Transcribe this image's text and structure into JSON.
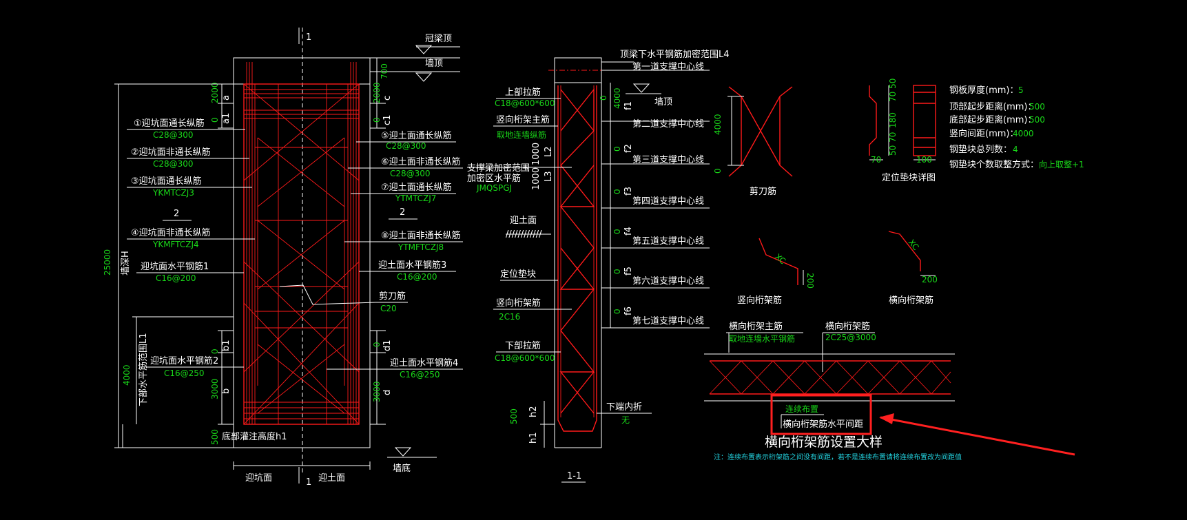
{
  "colors": {
    "background": "#000000",
    "line": "#ffffff",
    "rebar": "#ff1a1a",
    "label_green": "#19d819",
    "note_cyan": "#23d3e0",
    "highlight": "#ff2020"
  },
  "elevation": {
    "section_mark": "1",
    "guanliang": "冠梁顶",
    "qiangding": "墙顶",
    "qiangdi": "墙底",
    "dim_700": "700",
    "dim_2000_left": "2000",
    "dim_a": "a",
    "dim_0_a1": "0",
    "dim_a1": "a1",
    "dim_2000_right": "2000",
    "dim_c": "c",
    "dim_0_c1": "0",
    "dim_c1": "c1",
    "dim_25000": "25000",
    "wall_depth": "墙深H",
    "dim_4000": "4000",
    "lower_range": "下部水平筋范围L1",
    "dim_0_b1": "0",
    "dim_b1": "b1",
    "dim_3000_b": "3000",
    "dim_b": "b",
    "dim_0_d1": "0",
    "dim_d1": "d1",
    "dim_3000_d": "3000",
    "dim_d": "d",
    "dim_500": "500",
    "bottom_grout": "底部灌注高度h1",
    "ykm": "迎坑面",
    "ytm": "迎土面",
    "two": "2",
    "l1": "①迎坑面通长纵筋",
    "l1v": "C28@300",
    "l2": "②迎坑面非通长纵筋",
    "l2v": "C28@300",
    "l3": "③迎坑面通长纵筋",
    "l3v": "YKMTCZJ3",
    "l4": "④迎坑面非通长纵筋",
    "l4v": "YKMFTCZJ4",
    "l5": "迎坑面水平钢筋1",
    "l5v": "C16@200",
    "l6": "迎坑面水平钢筋2",
    "l6v": "C16@250",
    "r5": "⑤迎土面通长纵筋",
    "r5v": "C28@300",
    "r6": "⑥迎土面非通长纵筋",
    "r6v": "C28@300",
    "r7": "⑦迎土面通长纵筋",
    "r7v": "YTMTCZJ7",
    "r8": "⑧迎土面非通长纵筋",
    "r8v": "YTMFTCZJ8",
    "r9": "迎土面水平钢筋3",
    "r9v": "C16@200",
    "r10": "剪刀筋",
    "r10v": "C20",
    "r11": "迎土面水平钢筋4",
    "r11v": "C16@250"
  },
  "section": {
    "title": "1-1",
    "top_beam": "顶梁下水平钢筋加密范围L4",
    "s1": "第一道支撑中心线",
    "s2": "第二道支撑中心线",
    "s3": "第三道支撑中心线",
    "s4": "第四道支撑中心线",
    "s5": "第五道支撑中心线",
    "s6": "第六道支撑中心线",
    "s7": "第七道支撑中心线",
    "qiangding": "墙顶",
    "dim_0": "0",
    "dim_4000": "4000",
    "f1": "f1",
    "f2": "f2",
    "f3": "f3",
    "f4": "f4",
    "f5": "f5",
    "f6": "f6",
    "upper_tie": "上部拉筋",
    "upper_tie_v": "C18@600*600",
    "vtruss_main": "竖向桁架主筋",
    "vtruss_main_v": "取地连墙纵筋",
    "brace_a": "支撑梁加密范围",
    "brace_b": "加密区水平筋",
    "brace_v": "JMQSPGJ",
    "l2": "L2",
    "l3": "L3",
    "d1000a": "1000",
    "d1000b": "1000",
    "soil_face": "迎土面",
    "positioning": "定位垫块",
    "vtruss": "竖向桁架筋",
    "vtruss_v": "2C16",
    "lower_tie": "下部拉筋",
    "lower_tie_v": "C18@600*600",
    "bottom_fold": "下端内折",
    "bottom_fold_v": "无",
    "dim_500": "500",
    "h1": "h1",
    "h2": "h2"
  },
  "scissor": {
    "title": "剪刀筋",
    "dim_4000": "4000",
    "dim_0": "0"
  },
  "pad": {
    "title": "定位垫块详图",
    "d70_50": "70 50",
    "d180": "180",
    "d50_70": "50 70",
    "d70": "70",
    "d100": "100",
    "p1": "钢板厚度(mm)：",
    "p1v": "5",
    "p2": "顶部起步距离(mm)：",
    "p2v": "500",
    "p3": "底部起步距离(mm)：",
    "p3v": "500",
    "p4": "竖向间距(mm)：",
    "p4v": "4000",
    "p5": "钢垫块总列数：",
    "p5v": "4",
    "p6": "钢垫块个数取整方式：",
    "p6v": "向上取整+1"
  },
  "truss": {
    "vtruss_title": "竖向桁架筋",
    "htruss_title": "横向桁架筋",
    "xc": "XC",
    "d200a": "200",
    "d200b": "200",
    "main_label": "横向桁架主筋",
    "main_v": "取地连墙水平钢筋",
    "h_label": "横向桁架筋",
    "h_v": "2C25@3000",
    "continuous": "连续布置",
    "spacing": "横向桁架筋水平间距",
    "detail_title": "横向桁架筋设置大样",
    "note": "注：连续布置表示桁架筋之间没有间距，若不是连续布置请将连续布置改为间距值"
  }
}
